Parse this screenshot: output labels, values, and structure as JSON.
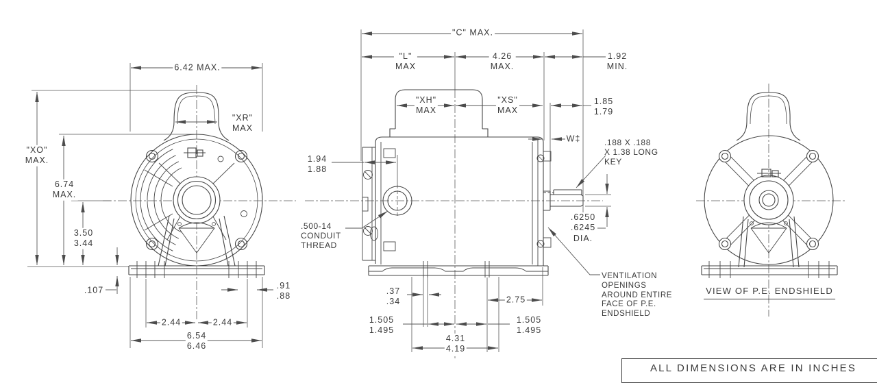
{
  "front_view": {
    "dim_width": "6.42 MAX.",
    "dim_xr": "\"XR\"\nMAX",
    "dim_xo": "\"XO\"\nMAX.",
    "dim_height": "6.74\nMAX.",
    "dim_shaft_height": "3.50\n3.44",
    "dim_base_thickness": ".107",
    "dim_bolt_left": "2.44",
    "dim_bolt_right": "2.44",
    "dim_base_width": "6.54\n6.46",
    "dim_slot": ".91\n.88"
  },
  "side_view": {
    "dim_c": "\"C\" MAX.",
    "dim_l": "\"L\"\nMAX",
    "dim_face_to_center": "4.26\nMAX.",
    "dim_shaft_min": "1.92\nMIN.",
    "dim_xh": "\"XH\"\nMAX",
    "dim_xs": "\"XS\"\nMAX",
    "dim_shaft_usable": "1.85\n1.79",
    "dim_w": "W‡",
    "key_note": ".188 X .188\nX 1.38 LONG\nKEY",
    "dim_conduit_offset": "1.94\n1.88",
    "conduit_note": ".500-14\nCONDUIT\nTHREAD",
    "dim_slot_width": ".37\n.34",
    "dim_foot_to_face": "2.75",
    "dim_bolt_left": "1.505\n1.495",
    "dim_bolt_right": "1.505\n1.495",
    "dim_bolt_span": "4.31\n4.19",
    "shaft_dia_note": ".6250\n.6245\nDIA.",
    "vent_note": "VENTILATION\nOPENINGS\nAROUND ENTIRE\nFACE OF P.E.\nENDSHIELD"
  },
  "rear_view": {
    "caption": "VIEW OF P.E. ENDSHIELD"
  },
  "footer": {
    "units_note": "ALL DIMENSIONS ARE IN INCHES"
  }
}
